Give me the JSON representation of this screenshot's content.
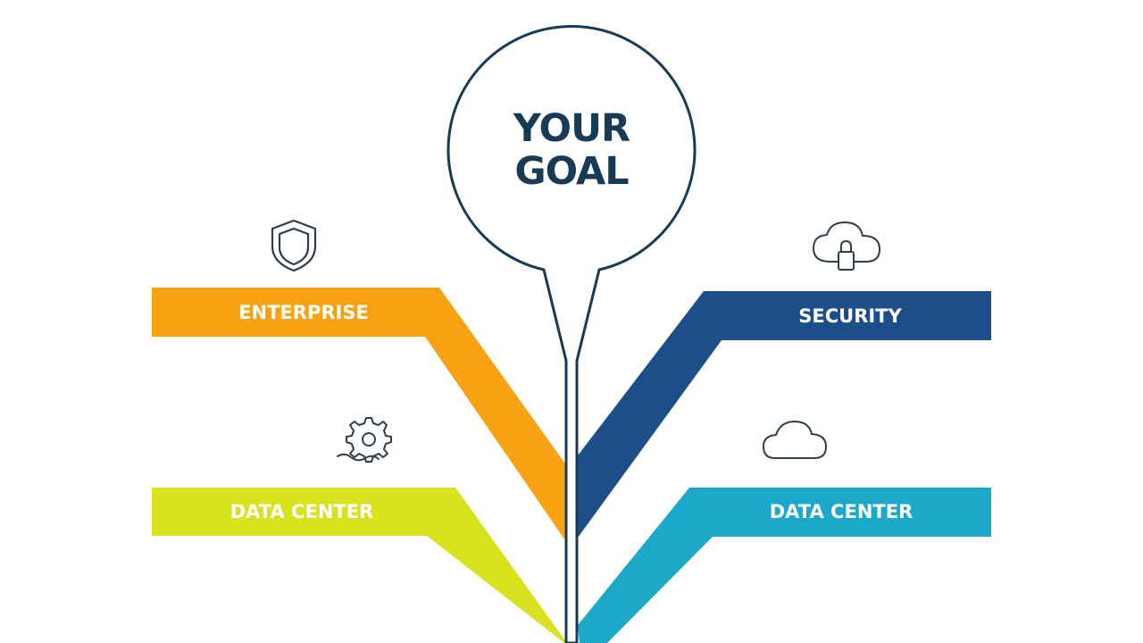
{
  "goal": {
    "line1": "YOUR",
    "line2": "GOAL"
  },
  "branches": {
    "top_left": {
      "label": "ENTERPRISE",
      "color": "#F7A213",
      "icon": "shield-icon"
    },
    "bottom_left": {
      "label": "DATA CENTER",
      "color": "#D9E21E",
      "icon": "gear-settings-icon"
    },
    "top_right": {
      "label": "SECURITY",
      "color": "#1C4E8A",
      "icon": "cloud-lock-icon"
    },
    "bottom_right": {
      "label": "DATA CENTER",
      "color": "#1CA9C9",
      "icon": "cloud-icon"
    }
  },
  "colors": {
    "outline": "#173B55",
    "icon_stroke": "#2E3E4C",
    "background": "#FFFFFF"
  }
}
